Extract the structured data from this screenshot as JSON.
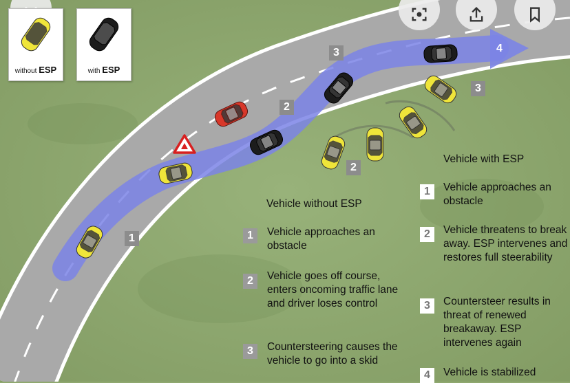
{
  "legend": {
    "without": {
      "small": "without",
      "bold": "ESP"
    },
    "with": {
      "small": "with",
      "bold": "ESP"
    }
  },
  "road_markers": [
    "1",
    "2",
    "2",
    "3",
    "3",
    "4"
  ],
  "without_esp": {
    "heading": "Vehicle without ESP",
    "steps": [
      {
        "num": "1",
        "text": "Vehicle approaches an obstacle"
      },
      {
        "num": "2",
        "text": "Vehicle goes off course, enters oncoming traffic lane and driver loses control"
      },
      {
        "num": "3",
        "text": "Countersteering causes the vehicle to go into a skid"
      }
    ]
  },
  "with_esp": {
    "heading": "Vehicle with ESP",
    "steps": [
      {
        "num": "1",
        "text": "Vehicle approaches an obstacle"
      },
      {
        "num": "2",
        "text": "Vehicle threatens to break away. ESP intervenes and restores full steerability"
      },
      {
        "num": "3",
        "text": "Countersteer results in threat of renewed breakaway. ESP intervenes again"
      },
      {
        "num": "4",
        "text": "Vehicle is stabilized"
      }
    ]
  },
  "colors": {
    "grass": "#8fa86f",
    "road": "#a8a8a8",
    "esp_path": "#7b84e6",
    "without_car": "#efe53a",
    "with_car": "#1c1c1c",
    "obstacle_car": "#d8382a"
  },
  "icons": [
    "close-icon",
    "lens-search-icon",
    "share-icon",
    "bookmark-icon",
    "warning-triangle-icon",
    "arrow-right-icon"
  ]
}
